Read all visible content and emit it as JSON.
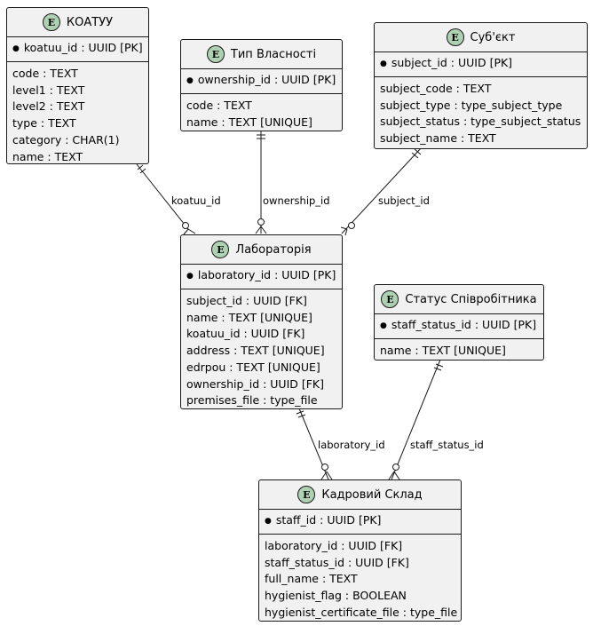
{
  "entities": {
    "koatuu": {
      "badge": "E",
      "title": "КОАТУУ",
      "pk": "koatuu_id : UUID [PK]",
      "attributes": [
        "code : TEXT",
        "level1 : TEXT",
        "level2 : TEXT",
        "type : TEXT",
        "category : CHAR(1)",
        "name : TEXT"
      ]
    },
    "ownership_type": {
      "badge": "E",
      "title": "Тип Власності",
      "pk": "ownership_id : UUID [PK]",
      "attributes": [
        "code : TEXT",
        "name : TEXT [UNIQUE]"
      ]
    },
    "subject": {
      "badge": "E",
      "title": "Суб'єкт",
      "pk": "subject_id : UUID [PK]",
      "attributes": [
        "subject_code : TEXT",
        "subject_type : type_subject_type",
        "subject_status : type_subject_status",
        "subject_name : TEXT"
      ]
    },
    "laboratory": {
      "badge": "E",
      "title": "Лабораторія",
      "pk": "laboratory_id : UUID [PK]",
      "attributes": [
        "subject_id : UUID [FK]",
        "name : TEXT [UNIQUE]",
        "koatuu_id : UUID [FK]",
        "address : TEXT [UNIQUE]",
        "edrpou : TEXT [UNIQUE]",
        "ownership_id : UUID [FK]",
        "premises_file : type_file"
      ]
    },
    "staff_status": {
      "badge": "E",
      "title": "Статус Співробітника",
      "pk": "staff_status_id : UUID [PK]",
      "attributes": [
        "name : TEXT [UNIQUE]"
      ]
    },
    "staff": {
      "badge": "E",
      "title": "Кадровий Склад",
      "pk": "staff_id : UUID [PK]",
      "attributes": [
        "laboratory_id : UUID [FK]",
        "staff_status_id : UUID [FK]",
        "full_name : TEXT",
        "hygienist_flag : BOOLEAN",
        "hygienist_certificate_file : type_file"
      ]
    }
  },
  "relationships": [
    {
      "label": "koatuu_id",
      "from": "koatuu",
      "to": "laboratory",
      "cardinality": "one-to-zero-or-many"
    },
    {
      "label": "ownership_id",
      "from": "ownership_type",
      "to": "laboratory",
      "cardinality": "one-to-zero-or-many"
    },
    {
      "label": "subject_id",
      "from": "subject",
      "to": "laboratory",
      "cardinality": "one-to-zero-or-many"
    },
    {
      "label": "laboratory_id",
      "from": "laboratory",
      "to": "staff",
      "cardinality": "one-to-zero-or-many"
    },
    {
      "label": "staff_status_id",
      "from": "staff_status",
      "to": "staff",
      "cardinality": "one-to-zero-or-many"
    }
  ]
}
